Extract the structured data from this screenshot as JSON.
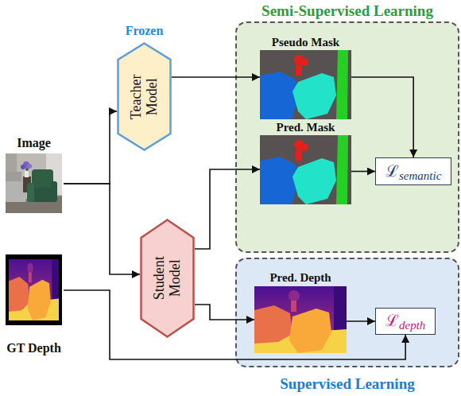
{
  "diagram": {
    "nodes": [
      {
        "text": [
          "Semi-Supervised Learning"
        ]
      },
      {
        "text": [
          "Pseudo Mask"
        ],
        "in": 0
      },
      {
        "text": [
          "Pred. Mask"
        ],
        "in": 0
      },
      {
        "text": [
          "ℒsemantic"
        ],
        "in": 0
      },
      {
        "text": [
          "Frozen",
          "Teacher Model"
        ]
      },
      {
        "text": [
          "Image"
        ]
      },
      {
        "text": [
          "Student Model"
        ]
      },
      {
        "text": [
          "GT Depth"
        ]
      },
      {
        "text": [
          "Supervised Learning"
        ]
      },
      {
        "text": [
          "Pred. Depth"
        ],
        "in": 8
      },
      {
        "text": [
          "ℒdepth"
        ],
        "in": 8
      }
    ],
    "edges": [
      {
        "from": 5,
        "to": 4,
        "arrow": "to"
      },
      {
        "from": 5,
        "to": 6,
        "arrow": "to"
      },
      {
        "from": 4,
        "to": 1,
        "arrow": "to"
      },
      {
        "from": 6,
        "to": 2,
        "arrow": "to"
      },
      {
        "from": 6,
        "to": 9,
        "arrow": "to"
      },
      {
        "from": 1,
        "to": 3,
        "arrow": "to"
      },
      {
        "from": 2,
        "to": 3,
        "arrow": "to"
      },
      {
        "from": 9,
        "to": 10,
        "arrow": "to"
      },
      {
        "from": 7,
        "to": 10,
        "arrow": "to"
      }
    ]
  }
}
